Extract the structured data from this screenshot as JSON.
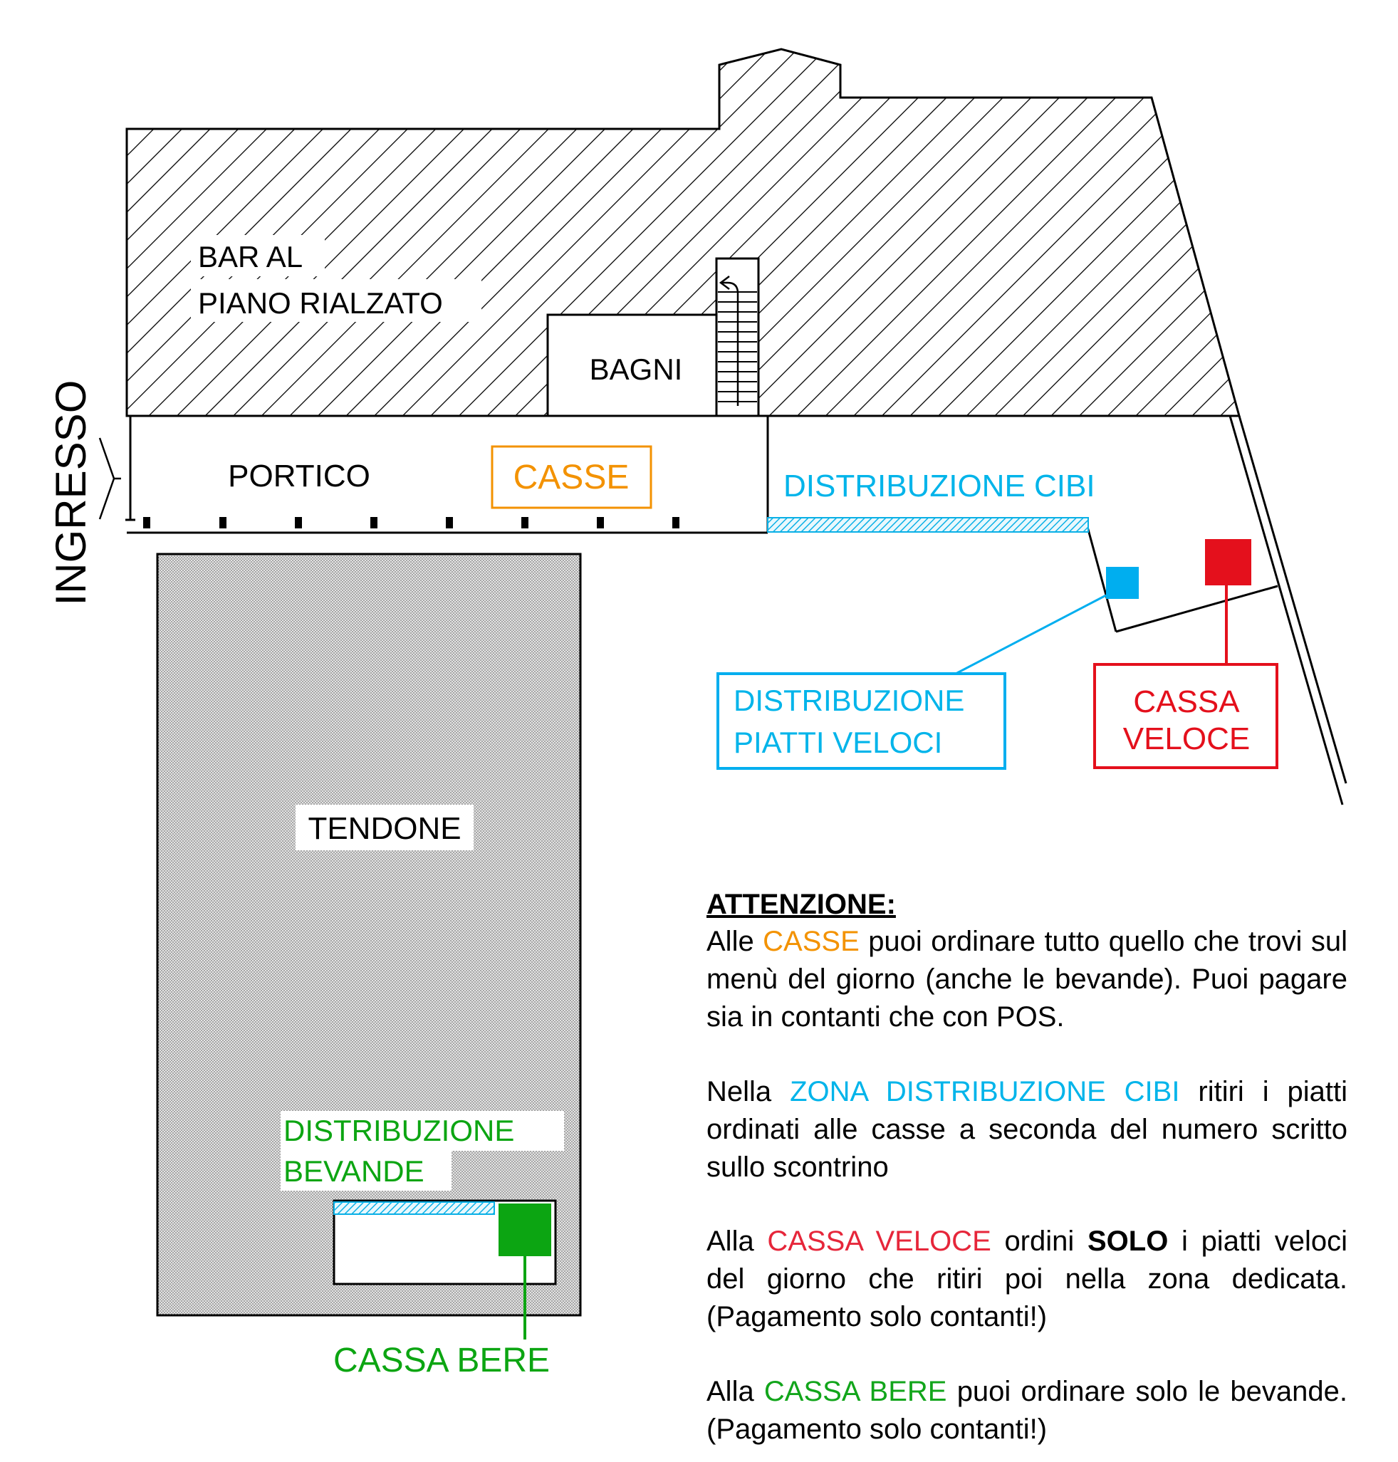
{
  "colors": {
    "orange": "#f39200",
    "cyan": "#00b4ea",
    "red": "#e4101c",
    "green": "#0ca512",
    "black": "#000000"
  },
  "map": {
    "entrance": "INGRESSO",
    "bar_line1": "BAR AL",
    "bar_line2": "PIANO RIALZATO",
    "toilets": "BAGNI",
    "portico": "PORTICO",
    "cash_desks": "CASSE",
    "food_distribution": "DISTRIBUZIONE CIBI",
    "quick_dishes_line1": "DISTRIBUZIONE",
    "quick_dishes_line2": "PIATTI VELOCI",
    "fast_cash_line1": "CASSA",
    "fast_cash_line2": "VELOCE",
    "tent": "TENDONE",
    "drinks_line1": "DISTRIBUZIONE",
    "drinks_line2": "BEVANDE",
    "drinks_cash": "CASSA BERE",
    "stairs_icon": "stairs-icon"
  },
  "notes": {
    "title": "ATTENZIONE:",
    "p1": {
      "pre": "Alle",
      "highlight": "CASSE",
      "post": "puoi ordinare tutto quello che trovi sul menù del giorno (anche le bevande). Puoi pagare sia in contanti che con POS."
    },
    "p2": {
      "pre": "Nella",
      "highlight": "ZONA DISTRIBUZIONE CIBI",
      "post": "ritiri i piatti ordinati alle casse a seconda del numero scritto sullo scontrino"
    },
    "p3": {
      "pre": "Alla",
      "highlight": "CASSA VELOCE",
      "mid": "ordini",
      "bold": "SOLO",
      "post": "i piatti veloci del giorno che ritiri poi nella zona dedicata. (Pagamento solo contanti!)"
    },
    "p4": {
      "pre": "Alla",
      "highlight": "CASSA BERE",
      "post": "puoi ordinare solo le bevande. (Pagamento solo contanti!)"
    }
  }
}
